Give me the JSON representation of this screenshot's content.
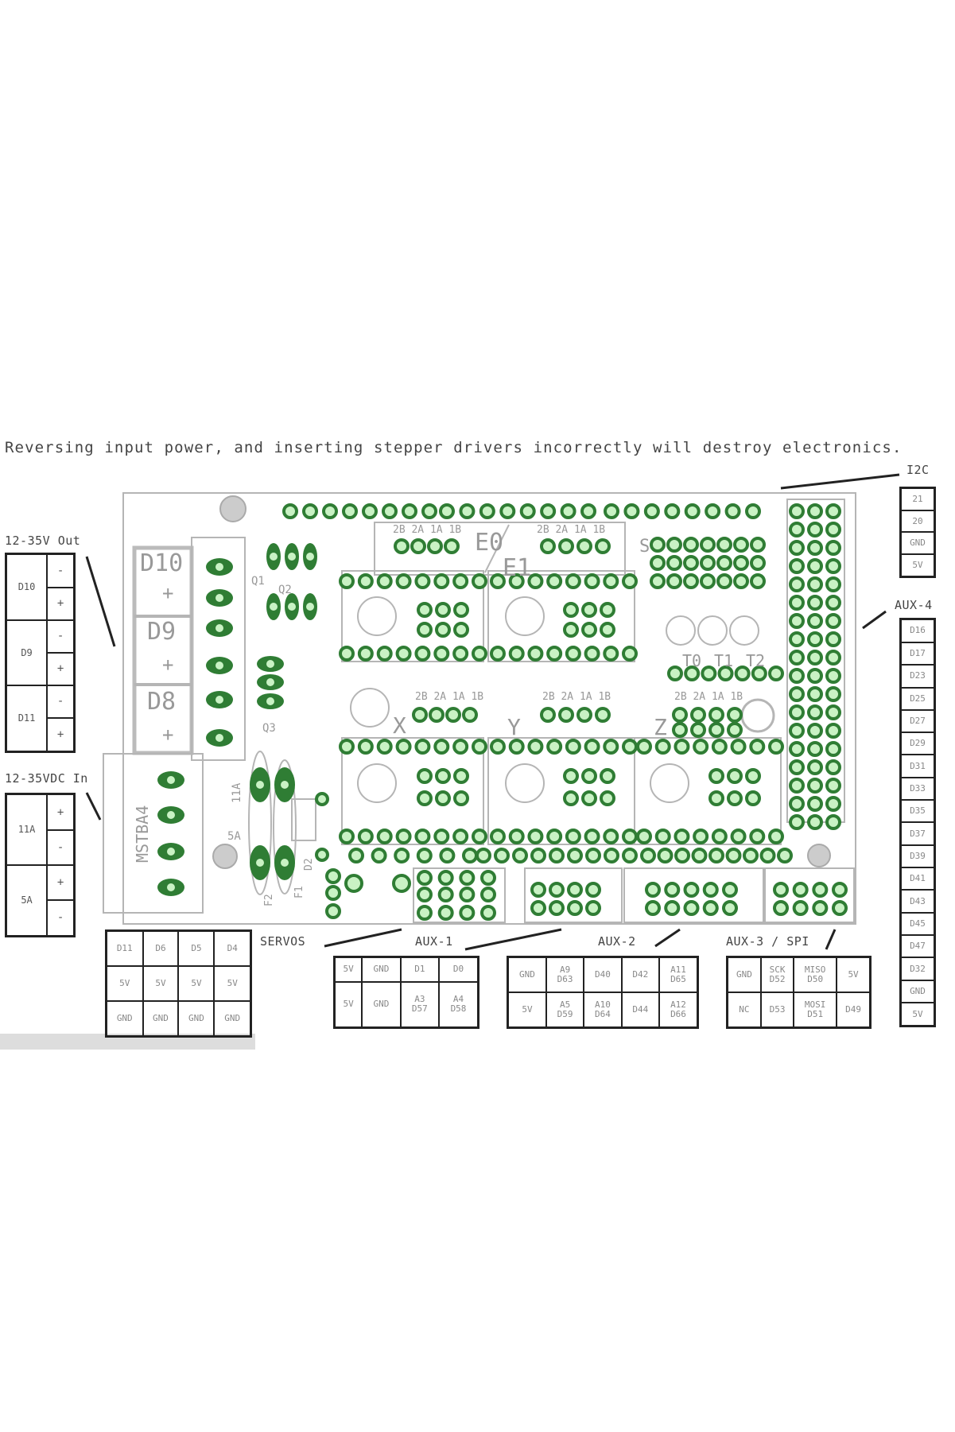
{
  "warning": "Reversing input power, and inserting stepper drivers incorrectly will destroy electronics.",
  "labels": {
    "out": "12-35V Out",
    "in": "12-35VDC In",
    "i2c": "I2C",
    "aux4": "AUX-4",
    "servos": "SERVOS",
    "aux1": "AUX-1",
    "aux2": "AUX-2",
    "aux3": "AUX-3 / SPI"
  },
  "out_table": [
    {
      "name": "D10",
      "signs": [
        "-",
        "+"
      ]
    },
    {
      "name": "D9",
      "signs": [
        "-",
        "+"
      ]
    },
    {
      "name": "D11",
      "signs": [
        "-",
        "+"
      ]
    }
  ],
  "in_table": [
    {
      "name": "11A",
      "signs": [
        "+",
        "-"
      ]
    },
    {
      "name": "5A",
      "signs": [
        "+",
        "-"
      ]
    }
  ],
  "servos_table": [
    [
      "D11",
      "D6",
      "D5",
      "D4"
    ],
    [
      "5V",
      "5V",
      "5V",
      "5V"
    ],
    [
      "GND",
      "GND",
      "GND",
      "GND"
    ]
  ],
  "aux1_table": [
    [
      "5V",
      "GND",
      "D1",
      "D0"
    ],
    [
      "5V",
      "GND",
      "A3\nD57",
      "A4\nD58"
    ]
  ],
  "aux2_table": [
    [
      "GND",
      "A9\nD63",
      "D40",
      "D42",
      "A11\nD65"
    ],
    [
      "5V",
      "A5\nD59",
      "A10\nD64",
      "D44",
      "A12\nD66"
    ]
  ],
  "aux3_table": [
    [
      "GND",
      "SCK\nD52",
      "MISO\nD50",
      "5V"
    ],
    [
      "NC",
      "D53",
      "MOSI\nD51",
      "D49"
    ]
  ],
  "i2c_table": [
    "21",
    "20",
    "GND",
    "5V"
  ],
  "aux4_table": [
    "D16",
    "D17",
    "D23",
    "D25",
    "D27",
    "D29",
    "D31",
    "D33",
    "D35",
    "D37",
    "D39",
    "D41",
    "D43",
    "D45",
    "D47",
    "D32",
    "GND",
    "5V"
  ],
  "board": {
    "d10": "D10",
    "d9": "D9",
    "d8": "D8",
    "plus": "+",
    "q1": "Q1",
    "q2": "Q2",
    "q3": "Q3",
    "e0": "E0",
    "e1": "E1",
    "x": "X",
    "y": "Y",
    "z": "Z",
    "coil": "2B 2A 1A 1B",
    "t0": "T0",
    "t1": "T1",
    "t2": "T2",
    "mstba4": "MSTBA4",
    "a11": "11A",
    "a5": "5A",
    "d2": "D2",
    "f1": "F1",
    "f2": "F2",
    "s": "S"
  },
  "colors": {
    "pin_ring": "#2f7d34",
    "pin_fill": "#c9f2c4",
    "outline": "#aaaaaa"
  }
}
